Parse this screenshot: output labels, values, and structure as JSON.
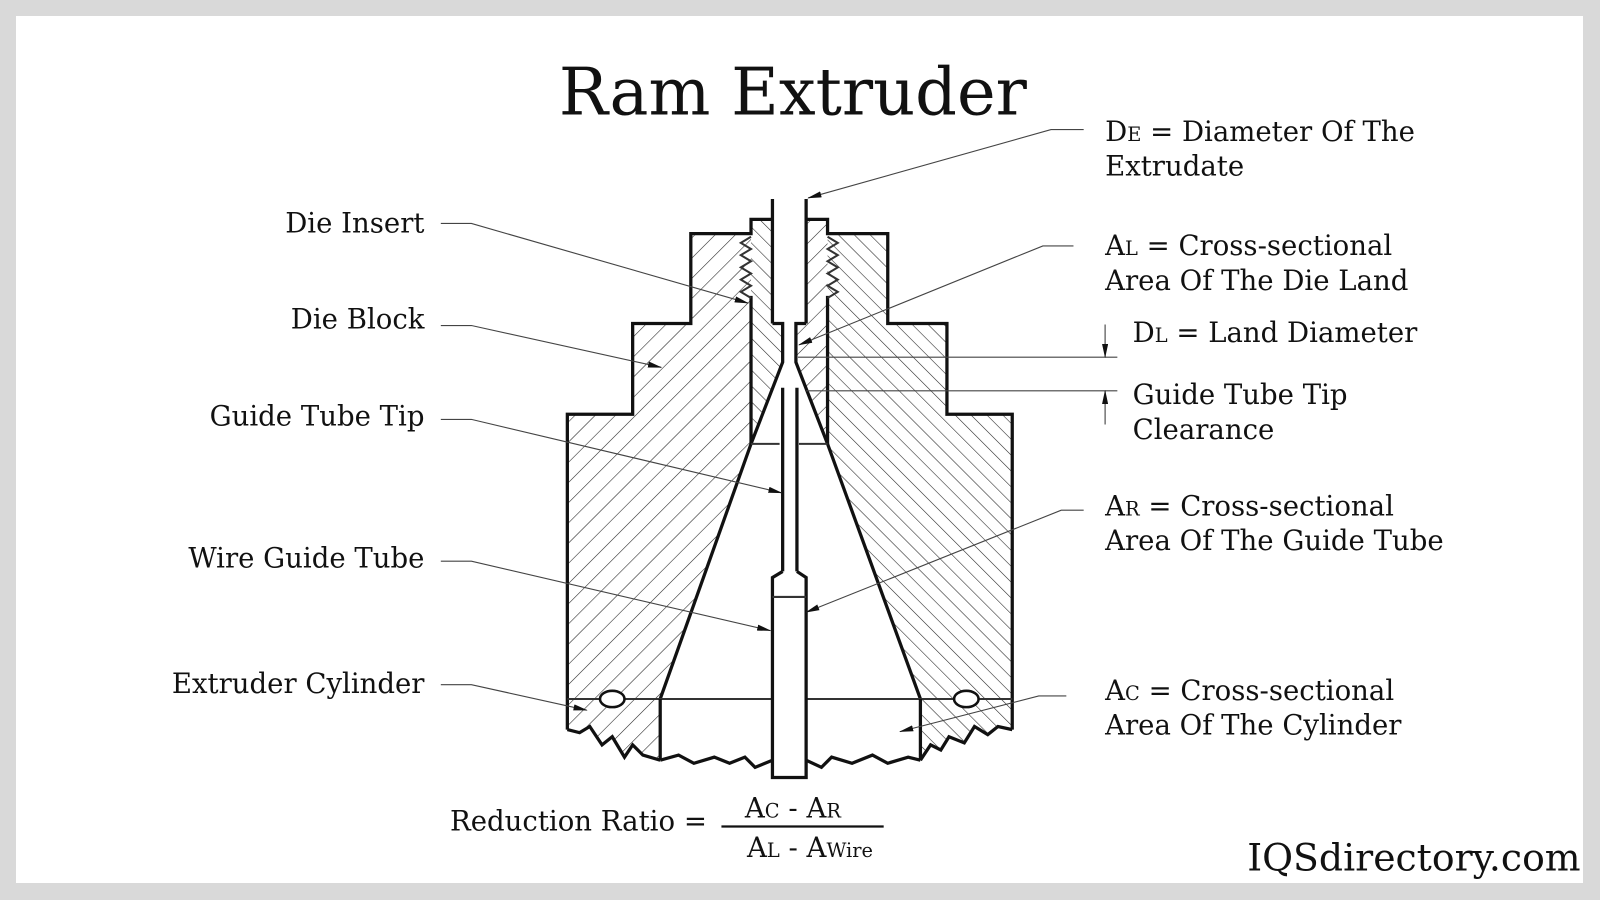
{
  "title": "Ram Extruder",
  "left_labels": [
    {
      "id": "die-insert",
      "text": "Die Insert"
    },
    {
      "id": "die-block",
      "text": "Die Block"
    },
    {
      "id": "guide-tube-tip",
      "text": "Guide Tube Tip"
    },
    {
      "id": "wire-guide-tube",
      "text": "Wire Guide Tube"
    },
    {
      "id": "extruder-cylinder",
      "text": "Extruder Cylinder"
    }
  ],
  "right_labels": {
    "de": {
      "sym": "D",
      "sub": "E",
      "line1": " = Diameter Of The",
      "line2": "Extrudate"
    },
    "al": {
      "sym": "A",
      "sub": "L",
      "line1": " = Cross-sectional",
      "line2": "Area Of The Die Land"
    },
    "dl": {
      "sym": "D",
      "sub": "L",
      "line1": " = Land Diameter"
    },
    "clearance": {
      "line1": "Guide Tube Tip",
      "line2": "Clearance"
    },
    "ar": {
      "sym": "A",
      "sub": "R",
      "line1": " = Cross-sectional",
      "line2": "Area Of The Guide Tube"
    },
    "ac": {
      "sym": "A",
      "sub": "C",
      "line1": " = Cross-sectional",
      "line2": "Area Of The Cylinder"
    }
  },
  "formula": {
    "label": "Reduction Ratio =",
    "numerator": {
      "a1": "A",
      "s1": "C",
      "minus": " - ",
      "a2": "A",
      "s2": "R"
    },
    "denominator": {
      "a1": "A",
      "s1": "L",
      "minus": " - ",
      "a2": "A",
      "s2": "Wire"
    }
  },
  "brand": "IQSdirectory.com"
}
